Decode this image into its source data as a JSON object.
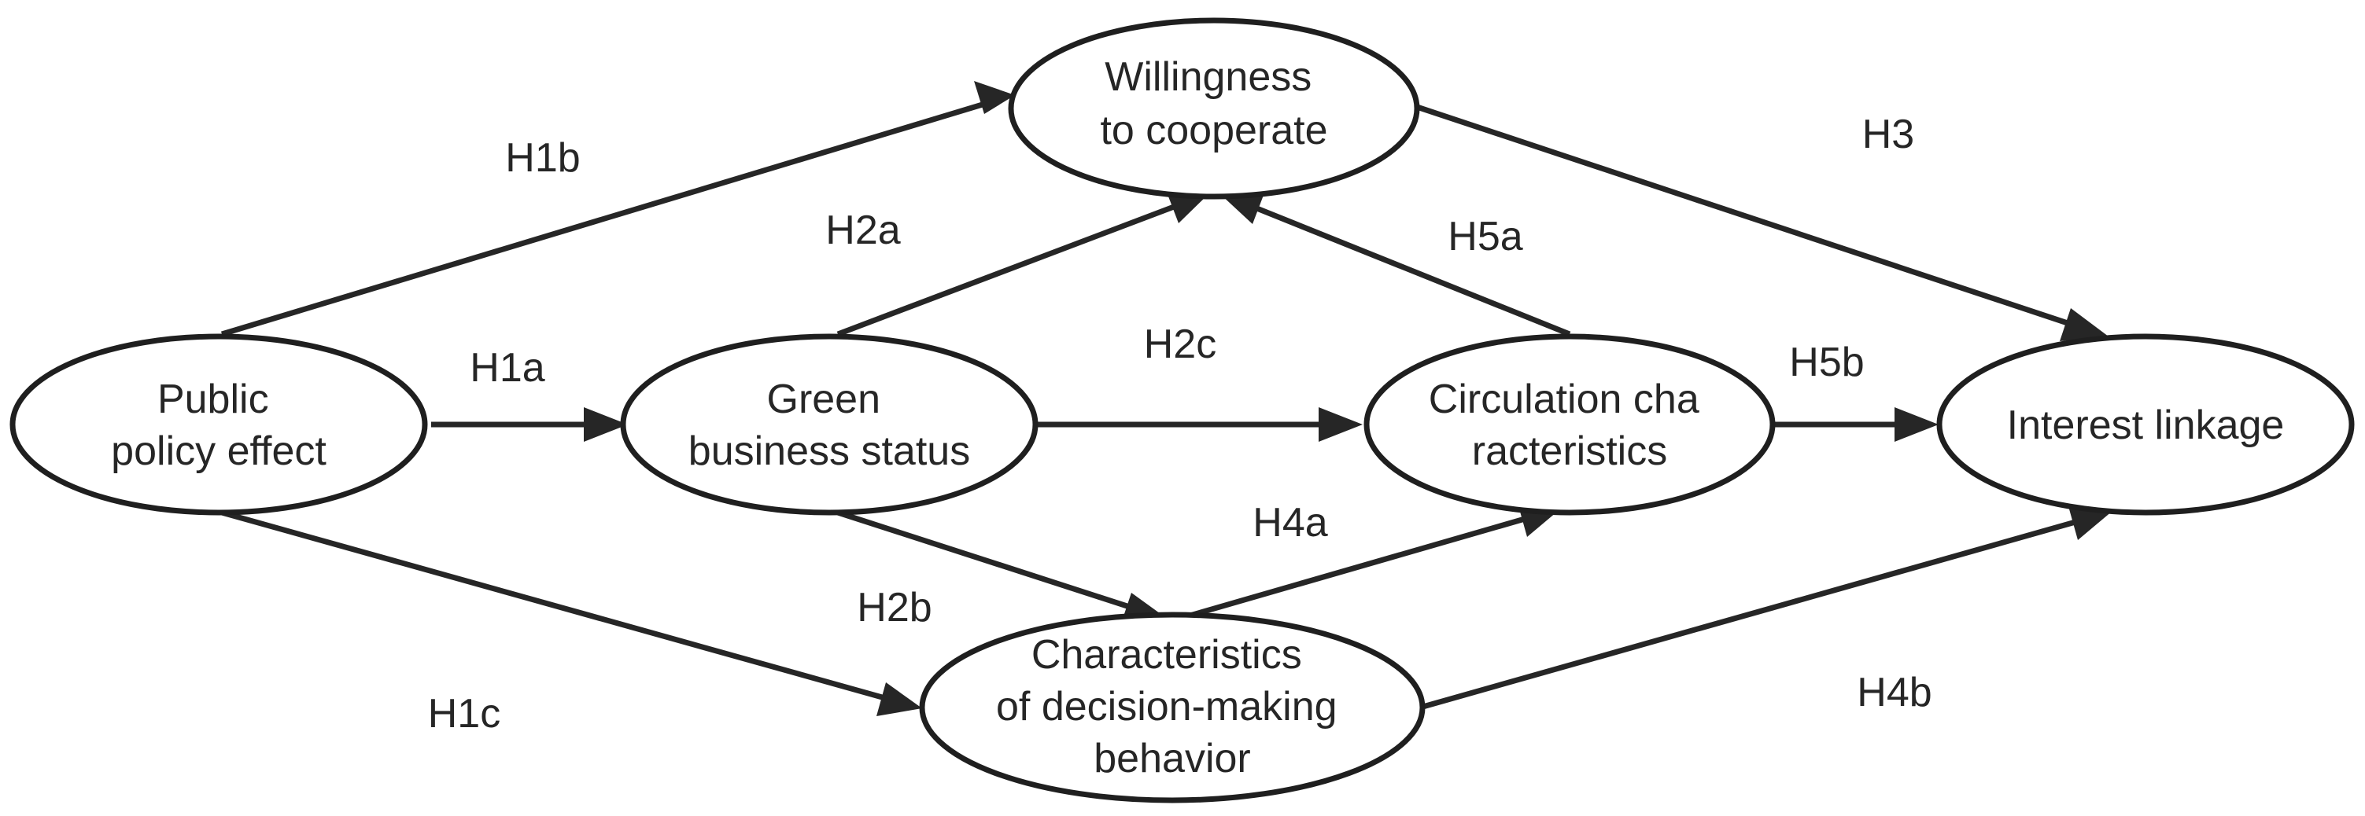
{
  "colors": {
    "stroke": "#1f1f1f",
    "text": "#262626",
    "background": "#ffffff"
  },
  "nodes": {
    "public_policy": [
      "Public",
      "policy effect"
    ],
    "green_business": [
      "Green",
      "business status"
    ],
    "willingness": [
      "Willingness",
      "to cooperate"
    ],
    "circulation": [
      "Circulation cha",
      "racteristics"
    ],
    "interest": [
      "Interest linkage"
    ],
    "decision": [
      "Characteristics",
      "of decision-making",
      "behavior"
    ]
  },
  "edges": [
    {
      "from": "public_policy",
      "to": "green_business",
      "label": "H1a"
    },
    {
      "from": "public_policy",
      "to": "willingness",
      "label": "H1b"
    },
    {
      "from": "public_policy",
      "to": "decision",
      "label": "H1c"
    },
    {
      "from": "green_business",
      "to": "willingness",
      "label": "H2a"
    },
    {
      "from": "green_business",
      "to": "decision",
      "label": "H2b"
    },
    {
      "from": "green_business",
      "to": "circulation",
      "label": "H2c"
    },
    {
      "from": "willingness",
      "to": "interest",
      "label": "H3"
    },
    {
      "from": "decision",
      "to": "circulation",
      "label": "H4a"
    },
    {
      "from": "decision",
      "to": "interest",
      "label": "H4b"
    },
    {
      "from": "circulation",
      "to": "willingness",
      "label": "H5a"
    },
    {
      "from": "circulation",
      "to": "interest",
      "label": "H5b"
    }
  ]
}
